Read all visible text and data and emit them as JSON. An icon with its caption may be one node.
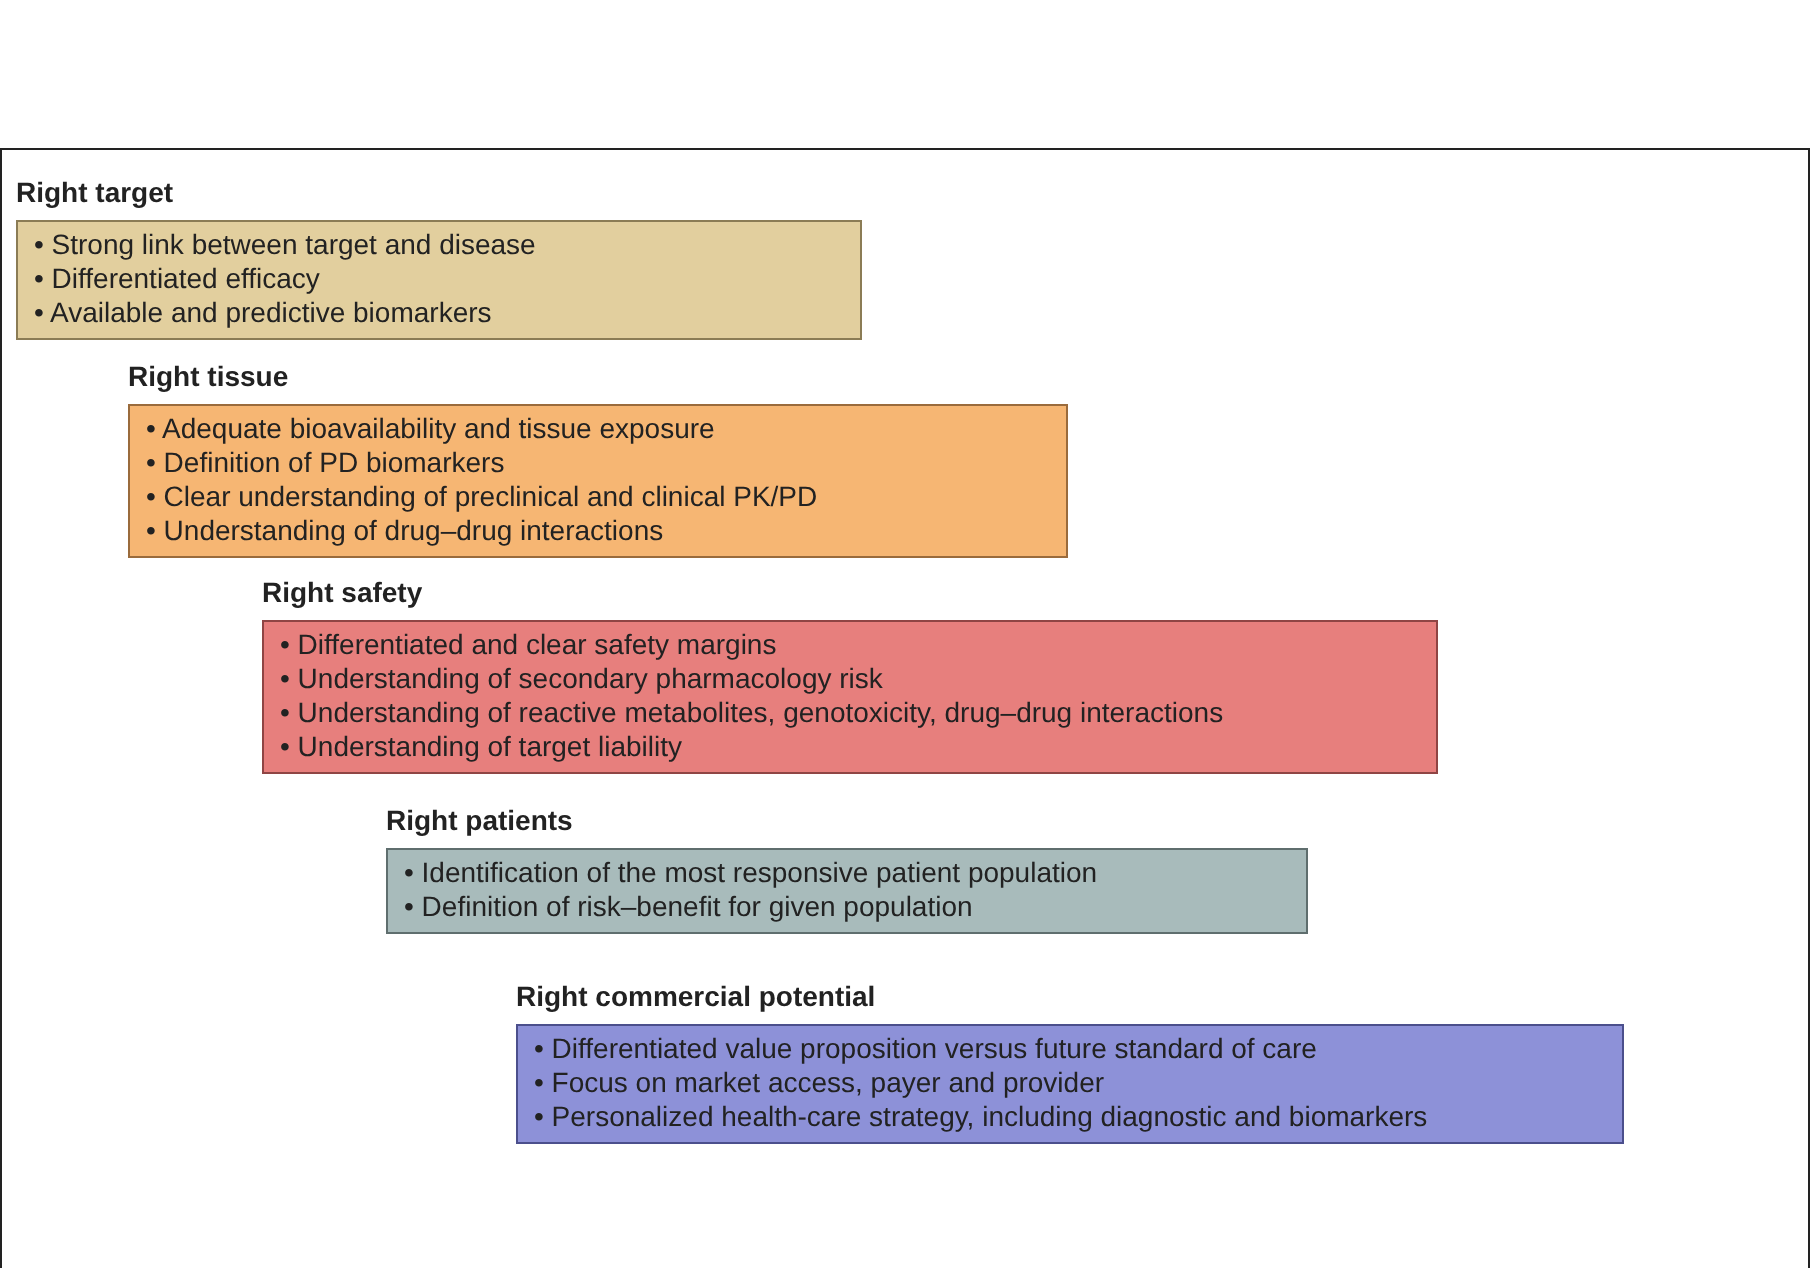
{
  "diagram": {
    "nodes": [
      {
        "text": [
          "Right target",
          "• Strong link between target and disease",
          "• Differentiated efficacy",
          "• Available and predictive biomarkers"
        ]
      },
      {
        "text": [
          "Right tissue",
          "• Adequate bioavailability and tissue exposure",
          "• Definition of PD biomarkers",
          "• Clear understanding of preclinical and clinical PK/PD",
          "• Understanding of drug–drug interactions"
        ]
      },
      {
        "text": [
          "Right safety",
          "• Differentiated and clear safety margins",
          "• Understanding of secondary pharmacology risk",
          "• Understanding of reactive metabolites, genotoxicity, drug–drug interactions",
          "• Understanding of target liability"
        ]
      },
      {
        "text": [
          "Right patients",
          "• Identification of the most responsive patient population",
          "• Definition of risk–benefit for given population"
        ]
      },
      {
        "text": [
          "Right commercial potential",
          "• Differentiated value proposition versus future standard of care",
          "• Focus on market access, payer and provider",
          "• Personalized health-care strategy, including diagnostic and biomarkers"
        ]
      }
    ],
    "edges": []
  }
}
